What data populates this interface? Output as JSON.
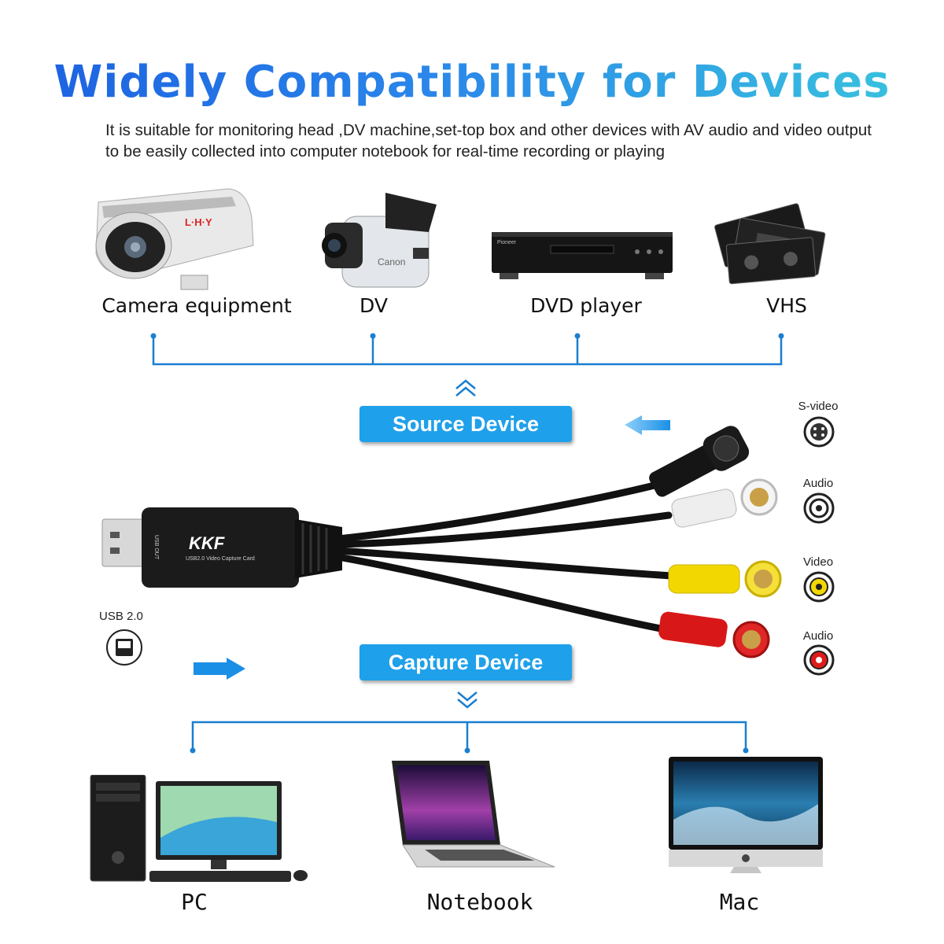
{
  "heading": "Widely Compatibility for Devices",
  "description": "It is suitable for monitoring head ,DV machine,set-top box and other devices with AV audio and video output to be easily collected into computer notebook for real-time recording or playing",
  "source_devices": [
    {
      "label": "Camera equipment",
      "icon": "cctv-camera",
      "brand_text": "L·H·Y"
    },
    {
      "label": "DV",
      "icon": "camcorder",
      "brand_text": "Canon"
    },
    {
      "label": "DVD player",
      "icon": "dvd-player",
      "brand_text": "Pioneer"
    },
    {
      "label": "VHS",
      "icon": "vhs-tapes"
    }
  ],
  "source_badge": "Source Device",
  "capture_badge": "Capture Device",
  "adapter": {
    "brand": "KKF",
    "model_text": "USB2.0 Video Capture Card",
    "port_text": "USB OUT"
  },
  "usb_label": "USB 2.0",
  "ports": [
    {
      "label": "S-video",
      "color": "#ffffff"
    },
    {
      "label": "Audio",
      "color": "#ffffff"
    },
    {
      "label": "Video",
      "color": "#f2d800"
    },
    {
      "label": "Audio",
      "color": "#e01a1a"
    }
  ],
  "capture_devices": [
    {
      "label": "PC",
      "icon": "desktop-pc"
    },
    {
      "label": "Notebook",
      "icon": "laptop"
    },
    {
      "label": "Mac",
      "icon": "imac"
    }
  ],
  "colors": {
    "accent": "#1fa0ea",
    "line": "#1a7fd0",
    "video": "#f2d800",
    "audio_right": "#e01a1a"
  }
}
